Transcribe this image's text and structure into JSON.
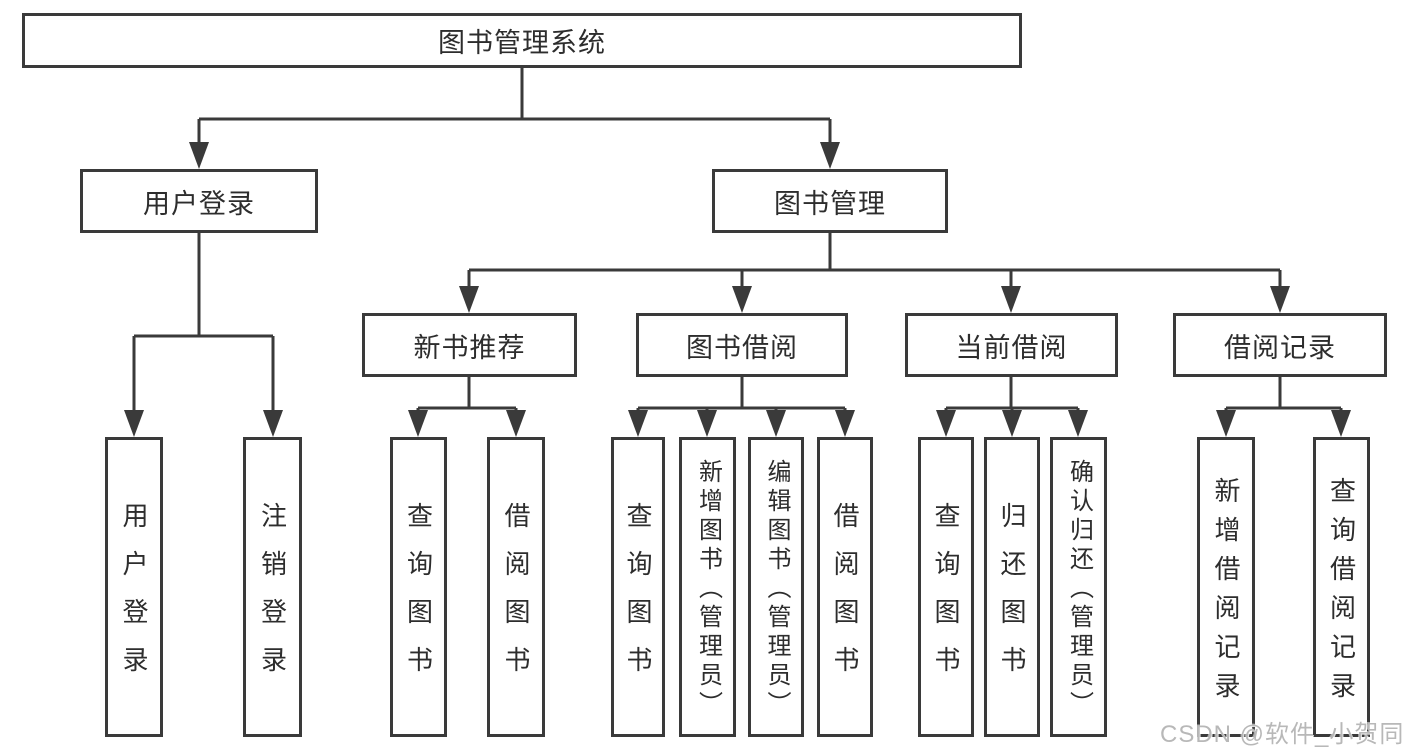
{
  "diagram": {
    "root": {
      "label": "图书管理系统"
    },
    "children": [
      {
        "label": "用户登录",
        "children": [
          {
            "label": "用户登录"
          },
          {
            "label": "注销登录"
          }
        ]
      },
      {
        "label": "图书管理",
        "children": [
          {
            "label": "新书推荐",
            "children": [
              {
                "label": "查询图书"
              },
              {
                "label": "借阅图书"
              }
            ]
          },
          {
            "label": "图书借阅",
            "children": [
              {
                "label": "查询图书"
              },
              {
                "label": "新增图书（管理员）"
              },
              {
                "label": "编辑图书（管理员）"
              },
              {
                "label": "借阅图书"
              }
            ]
          },
          {
            "label": "当前借阅",
            "children": [
              {
                "label": "查询图书"
              },
              {
                "label": "归还图书"
              },
              {
                "label": "确认归还（管理员）"
              }
            ]
          },
          {
            "label": "借阅记录",
            "children": [
              {
                "label": "新增借阅记录"
              },
              {
                "label": "查询借阅记录"
              }
            ]
          }
        ]
      }
    ]
  },
  "watermark": {
    "text": "CSDN @软件_小贺同学"
  },
  "colors": {
    "line": "#3a3a3a",
    "box_background": "#ffffff",
    "text": "#2d2d2d",
    "watermark": "#b8b8b8"
  }
}
